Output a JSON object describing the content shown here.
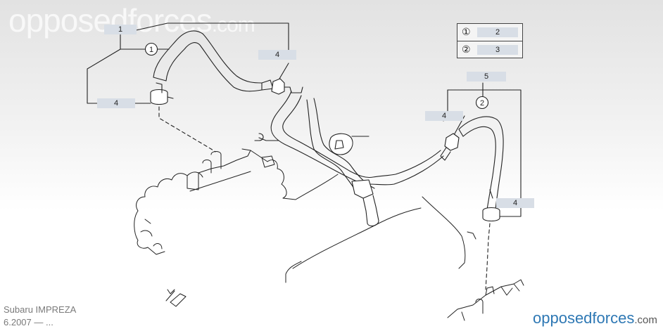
{
  "watermark": {
    "text": "opposedforces",
    "suffix": ".com"
  },
  "callouts": [
    {
      "id": "c1",
      "label": "1"
    },
    {
      "id": "c4a",
      "label": "4"
    },
    {
      "id": "c4b",
      "label": "4"
    },
    {
      "id": "c5",
      "label": "5"
    },
    {
      "id": "c4c",
      "label": "4"
    },
    {
      "id": "c4d",
      "label": "4"
    }
  ],
  "markers": {
    "m1": "1",
    "m2": "2"
  },
  "legend": [
    {
      "symbol": "①",
      "part": "2"
    },
    {
      "symbol": "②",
      "part": "3"
    }
  ],
  "vehicle": {
    "model": "Subaru IMPREZA",
    "period": "6.2007 — ..."
  },
  "brand": {
    "name_light": "opposed",
    "name_bold": "forces",
    "suffix": ".com"
  }
}
